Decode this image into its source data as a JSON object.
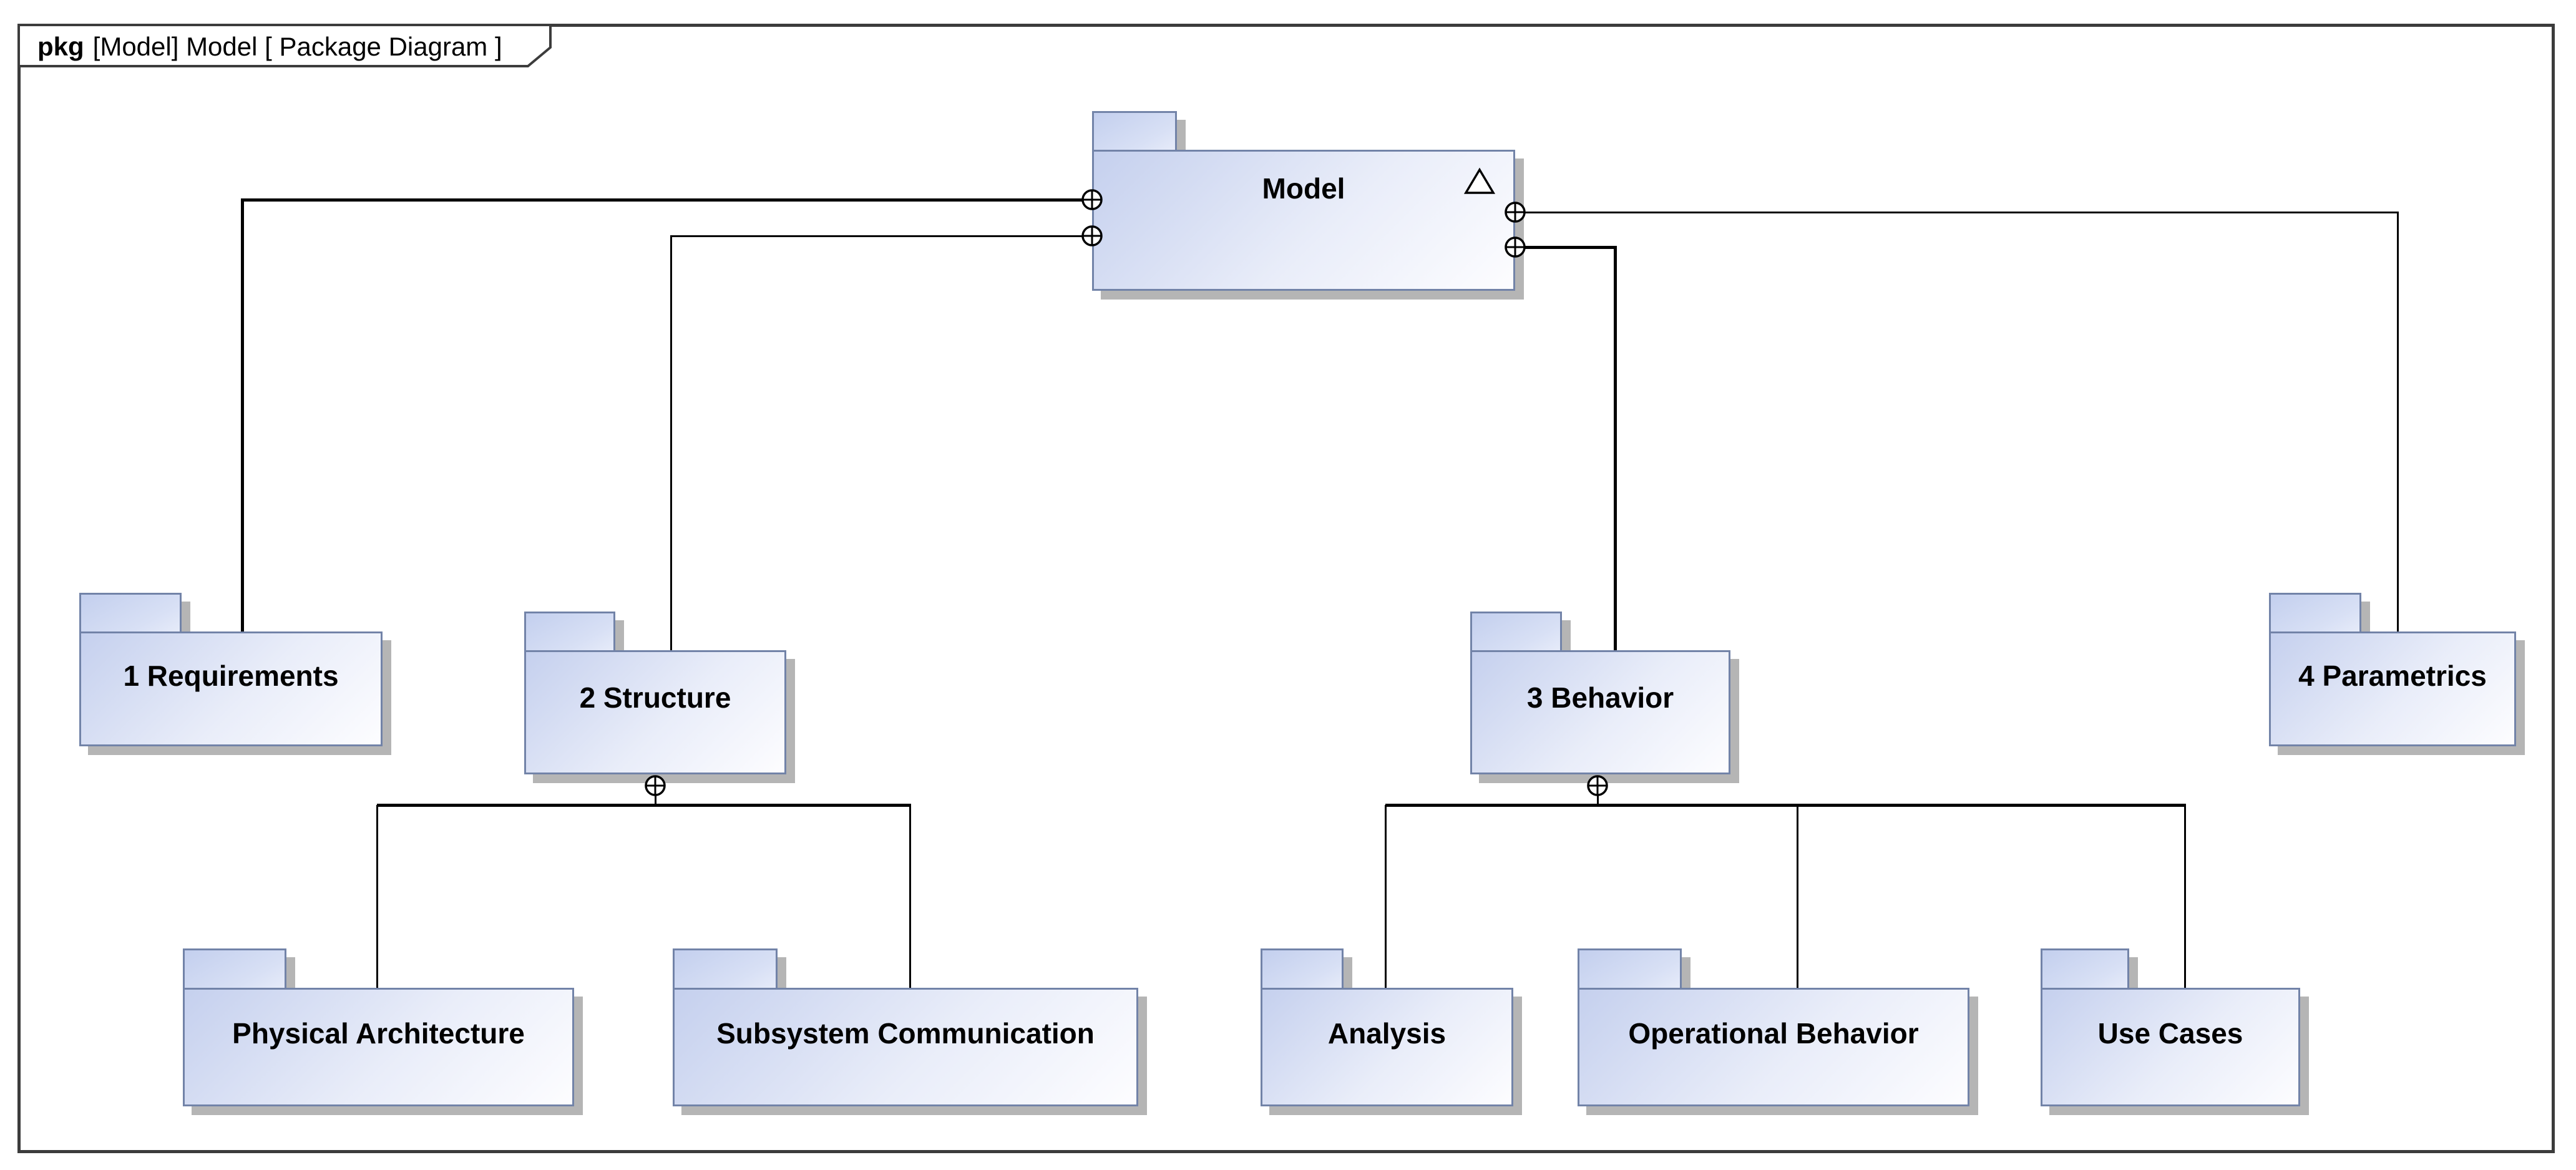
{
  "frame": {
    "keyword": "pkg",
    "title": "[Model] Model [ Package Diagram ]"
  },
  "packages": {
    "model": {
      "label": "Model"
    },
    "requirements": {
      "label": "1 Requirements"
    },
    "structure": {
      "label": "2 Structure"
    },
    "behavior": {
      "label": "3 Behavior"
    },
    "parametrics": {
      "label": "4 Parametrics"
    },
    "physical_architecture": {
      "label": "Physical Architecture"
    },
    "subsystem_communication": {
      "label": "Subsystem Communication"
    },
    "analysis": {
      "label": "Analysis"
    },
    "operational_behavior": {
      "label": "Operational Behavior"
    },
    "use_cases": {
      "label": "Use Cases"
    }
  },
  "relationships": [
    {
      "parent": "Model",
      "child": "1 Requirements",
      "type": "containment"
    },
    {
      "parent": "Model",
      "child": "2 Structure",
      "type": "containment"
    },
    {
      "parent": "Model",
      "child": "3 Behavior",
      "type": "containment"
    },
    {
      "parent": "Model",
      "child": "4 Parametrics",
      "type": "containment"
    },
    {
      "parent": "2 Structure",
      "child": "Physical Architecture",
      "type": "containment"
    },
    {
      "parent": "2 Structure",
      "child": "Subsystem Communication",
      "type": "containment"
    },
    {
      "parent": "3 Behavior",
      "child": "Analysis",
      "type": "containment"
    },
    {
      "parent": "3 Behavior",
      "child": "Operational Behavior",
      "type": "containment"
    },
    {
      "parent": "3 Behavior",
      "child": "Use Cases",
      "type": "containment"
    }
  ],
  "icons": {
    "containment_anchor": "circled-plus",
    "model_marker": "open-triangle"
  },
  "colors": {
    "package_fill_start": "#c5d0ee",
    "package_fill_end": "#fdfdff",
    "package_border": "#7283a8",
    "frame_border": "#3c3c3c",
    "connector": "#000000",
    "shadow": "#a8a8a8"
  }
}
